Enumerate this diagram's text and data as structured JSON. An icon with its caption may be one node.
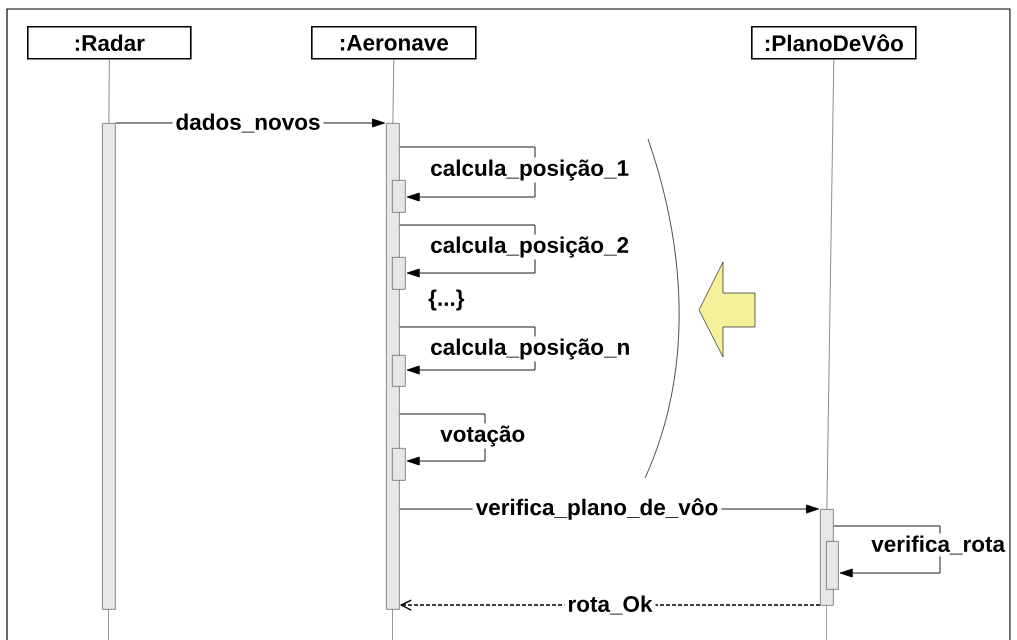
{
  "diagram": {
    "nodes": [
      {
        "text": [
          ":Radar"
        ]
      },
      {
        "text": [
          ":Aeronave"
        ]
      },
      {
        "text": [
          ":PlanoDeVôo"
        ]
      },
      {
        "text": [],
        "shape": "bar"
      },
      {
        "text": [],
        "shape": "bar"
      },
      {
        "text": [],
        "shape": "bar",
        "in": 4
      },
      {
        "text": [],
        "shape": "bar",
        "in": 4
      },
      {
        "text": [],
        "shape": "bar",
        "in": 4
      },
      {
        "text": [],
        "shape": "bar",
        "in": 4
      },
      {
        "text": [],
        "shape": "bar"
      },
      {
        "text": [],
        "shape": "bar",
        "in": 9
      }
    ],
    "edges": [
      {
        "from": 0,
        "to": 3,
        "arrow": "none",
        "color": "#808080"
      },
      {
        "from": 1,
        "to": 4,
        "arrow": "none",
        "color": "#808080"
      },
      {
        "from": 2,
        "to": 9,
        "arrow": "none",
        "color": "#808080"
      },
      {
        "from": 3,
        "to": 4,
        "arrow": "to",
        "label": "dados_novos"
      },
      {
        "from": 4,
        "to": 5,
        "arrow": "to",
        "label": "calcula_posição_1"
      },
      {
        "from": 4,
        "to": 6,
        "arrow": "to",
        "label": "calcula_posição_2"
      },
      {
        "from": 4,
        "to": 7,
        "arrow": "to",
        "label": "calcula_posição_n"
      },
      {
        "from": 4,
        "to": 8,
        "arrow": "to",
        "label": "votação"
      },
      {
        "from": 4,
        "to": 9,
        "arrow": "to",
        "label": "verifica_plano_de_vôo"
      },
      {
        "from": 9,
        "to": 10,
        "arrow": "to",
        "label": "verifica_rota"
      },
      {
        "from": 9,
        "to": 4,
        "arrow": "to",
        "label": "rota_Ok",
        "style": "dashed"
      }
    ],
    "labels": [
      "{...}"
    ]
  }
}
